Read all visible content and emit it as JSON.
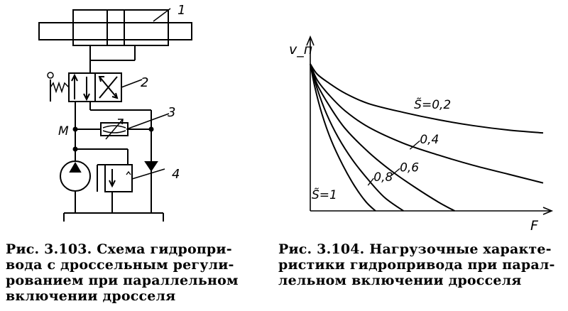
{
  "schematic": {
    "labels": {
      "cylinder": "1",
      "distributor": "2",
      "throttle": "3",
      "relief_valve": "4",
      "node": "M"
    }
  },
  "chart_data": {
    "type": "line",
    "ylabel": "v_п",
    "xlabel": "F",
    "ylim": [
      0,
      1
    ],
    "xlim": [
      0,
      1
    ],
    "series": [
      {
        "label_text": "S̃=0,2",
        "x": [
          0,
          0.03,
          0.08,
          0.15,
          0.25,
          0.4,
          0.55,
          0.7,
          0.85,
          1.0
        ],
        "y": [
          1.0,
          0.93,
          0.87,
          0.8,
          0.73,
          0.67,
          0.62,
          0.58,
          0.55,
          0.53
        ]
      },
      {
        "label_text": "0,4",
        "x": [
          0,
          0.03,
          0.08,
          0.15,
          0.25,
          0.4,
          0.55,
          0.7,
          0.85,
          1.0
        ],
        "y": [
          1.0,
          0.89,
          0.79,
          0.68,
          0.57,
          0.46,
          0.38,
          0.31,
          0.25,
          0.19
        ]
      },
      {
        "label_text": "0,6",
        "x": [
          0,
          0.03,
          0.08,
          0.15,
          0.25,
          0.35,
          0.45,
          0.55,
          0.62
        ],
        "y": [
          1.0,
          0.86,
          0.72,
          0.56,
          0.4,
          0.27,
          0.16,
          0.06,
          0.0
        ]
      },
      {
        "label_text": "0,8",
        "x": [
          0,
          0.03,
          0.07,
          0.12,
          0.18,
          0.25,
          0.32,
          0.4
        ],
        "y": [
          1.0,
          0.83,
          0.66,
          0.5,
          0.35,
          0.21,
          0.09,
          0.0
        ]
      },
      {
        "label_text": "S̃=1",
        "x": [
          0,
          0.02,
          0.05,
          0.09,
          0.14,
          0.19,
          0.24,
          0.28
        ],
        "y": [
          1.0,
          0.84,
          0.66,
          0.48,
          0.31,
          0.17,
          0.06,
          0.0
        ]
      }
    ]
  },
  "captions": {
    "left": "Рис. 3.103. Схема гидропри-\nвода с дроссельным регули-\nрованием при параллельном\nвключении дросселя",
    "right": "Рис. 3.104. Нагрузочные характе-\nристики гидропривода при парал-\nлельном включении дросселя"
  }
}
